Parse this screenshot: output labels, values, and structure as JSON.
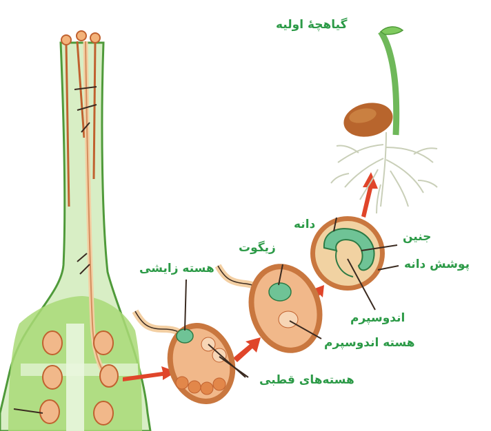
{
  "labels": {
    "seedling": "گیاهچهٔ اولیه",
    "seed": "دانه",
    "embryo": "جنین",
    "seed_coat": "پوشش دانه",
    "endosperm": "اندوسپرم",
    "endosperm_nucleus": "هسته اندوسپرم",
    "zygote": "زیگوت",
    "sperm_nucleus": "هسته زایشی",
    "polar_nuclei": "هسته‌های قطبی"
  },
  "colors": {
    "label_text": "#2c9a47",
    "pointer_line": "#3a2a20",
    "arrow": "#e0452a",
    "ovary_green": "#a9d977",
    "ovary_outline": "#4f9a3a",
    "ovule_fill": "#f1b88a",
    "ovule_outline": "#c0612f",
    "egg_cell": "#6fc396",
    "seed_brown": "#b8652d",
    "root_gray": "#c9cfb8"
  }
}
